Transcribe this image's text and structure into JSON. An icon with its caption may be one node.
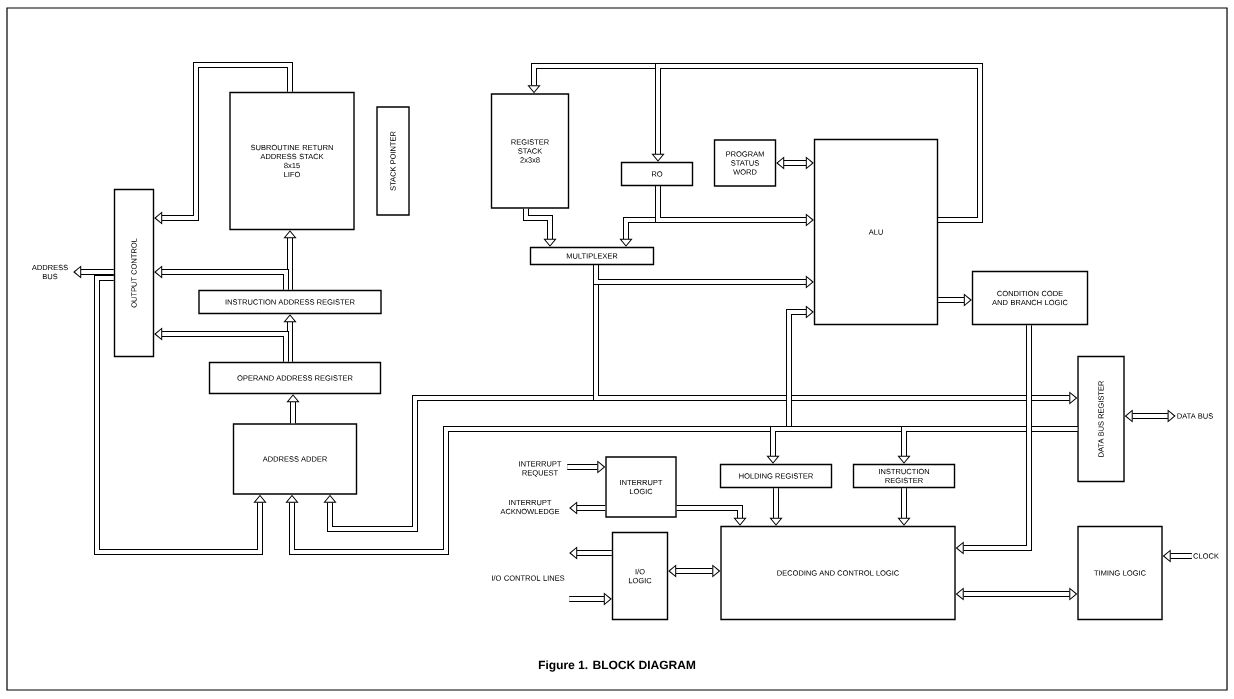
{
  "diagram": {
    "caption": "Figure 1. BLOCK DIAGRAM",
    "nodes": [
      {
        "text": [
          "SUBROUTINE RETURN ADDRESS STACK",
          "8x15",
          "LIFO"
        ]
      },
      {
        "text": [
          "STACK POINTER"
        ]
      },
      {
        "text": [
          "OUTPUT CONTROL"
        ]
      },
      {
        "text": [
          "INSTRUCTION ADDRESS REGISTER"
        ]
      },
      {
        "text": [
          "OPERAND ADDRESS REGISTER"
        ]
      },
      {
        "text": [
          "ADDRESS ADDER"
        ]
      },
      {
        "text": [
          "REGISTER STACK",
          "2x3x8"
        ]
      },
      {
        "text": [
          "RO"
        ]
      },
      {
        "text": [
          "PROGRAM STATUS WORD"
        ]
      },
      {
        "text": [
          "ALU"
        ]
      },
      {
        "text": [
          "MULTIPLEXER"
        ]
      },
      {
        "text": [
          "CONDITION CODE AND BRANCH LOGIC"
        ]
      },
      {
        "text": [
          "DATA BUS REGISTER"
        ]
      },
      {
        "text": [
          "INTERRUPT LOGIC"
        ]
      },
      {
        "text": [
          "HOLDING REGISTER"
        ]
      },
      {
        "text": [
          "INSTRUCTION REGISTER"
        ]
      },
      {
        "text": [
          "I/O LOGIC"
        ]
      },
      {
        "text": [
          "DECODING AND CONTROL LOGIC"
        ]
      },
      {
        "text": [
          "TIMING LOGIC"
        ]
      },
      {
        "text": [
          "ADDRESS BUS"
        ]
      },
      {
        "text": [
          "DATA BUS"
        ]
      },
      {
        "text": [
          "INTERRUPT REQUEST"
        ]
      },
      {
        "text": [
          "INTERRUPT ACKNOWLEDGE"
        ]
      },
      {
        "text": [
          "I/O CONTROL LINES"
        ]
      },
      {
        "text": [
          "CLOCK"
        ]
      }
    ],
    "edges": [
      {
        "from": 0,
        "to": 2,
        "arrow": "to"
      },
      {
        "from": 3,
        "to": 0,
        "arrow": "to"
      },
      {
        "from": 3,
        "to": 2,
        "arrow": "to"
      },
      {
        "from": 4,
        "to": 3,
        "arrow": "to"
      },
      {
        "from": 4,
        "to": 2,
        "arrow": "to"
      },
      {
        "from": 5,
        "to": 4,
        "arrow": "to"
      },
      {
        "from": 2,
        "to": 19,
        "arrow": "to"
      },
      {
        "from": 2,
        "to": 5,
        "arrow": "to"
      },
      {
        "from": 12,
        "to": 5,
        "arrow": "to"
      },
      {
        "from": 10,
        "to": 5,
        "arrow": "to"
      },
      {
        "from": 10,
        "to": 12,
        "arrow": "to"
      },
      {
        "from": 10,
        "to": 9,
        "arrow": "to"
      },
      {
        "from": 12,
        "to": 9,
        "arrow": "to"
      },
      {
        "from": 12,
        "to": 14,
        "arrow": "to"
      },
      {
        "from": 12,
        "to": 15,
        "arrow": "to"
      },
      {
        "from": 6,
        "to": 10,
        "arrow": "to"
      },
      {
        "from": 7,
        "to": 10,
        "arrow": "to"
      },
      {
        "from": 7,
        "to": 9,
        "arrow": "to"
      },
      {
        "from": 9,
        "to": 6,
        "arrow": "to"
      },
      {
        "from": 9,
        "to": 7,
        "arrow": "to"
      },
      {
        "from": 8,
        "to": 9,
        "arrow": "both"
      },
      {
        "from": 9,
        "to": 11,
        "arrow": "to"
      },
      {
        "from": 11,
        "to": 17,
        "arrow": "to"
      },
      {
        "from": 12,
        "to": 20,
        "arrow": "both"
      },
      {
        "from": 21,
        "to": 13,
        "arrow": "to"
      },
      {
        "from": 13,
        "to": 22,
        "arrow": "to"
      },
      {
        "from": 13,
        "to": 17,
        "arrow": "to"
      },
      {
        "from": 14,
        "to": 17,
        "arrow": "to"
      },
      {
        "from": 15,
        "to": 17,
        "arrow": "to"
      },
      {
        "from": 16,
        "to": 17,
        "arrow": "both"
      },
      {
        "from": 17,
        "to": 18,
        "arrow": "both"
      },
      {
        "from": 24,
        "to": 18,
        "arrow": "to"
      },
      {
        "from": 16,
        "to": 23,
        "arrow": "to"
      },
      {
        "from": 23,
        "to": 16,
        "arrow": "to"
      }
    ]
  }
}
